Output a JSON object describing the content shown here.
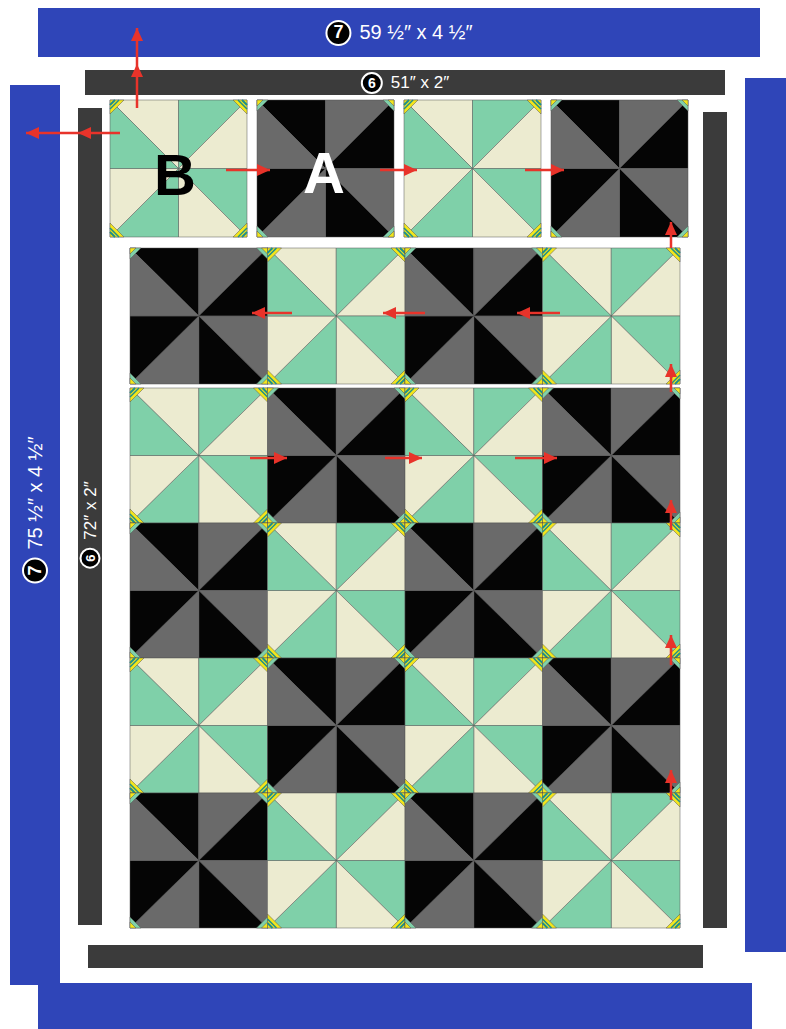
{
  "diagram": {
    "nodes": [
      {
        "text": [
          "7",
          "59 ½″ x 4 ½″"
        ]
      },
      {
        "text": [
          "6",
          "51″ x 2″"
        ]
      },
      {
        "text": [
          "7",
          "75 ½″ x 4 ½″"
        ]
      },
      {
        "text": [
          "6",
          "72″ x 2″"
        ]
      },
      {
        "text": [
          "B"
        ]
      },
      {
        "text": [
          "A"
        ]
      }
    ]
  }
}
